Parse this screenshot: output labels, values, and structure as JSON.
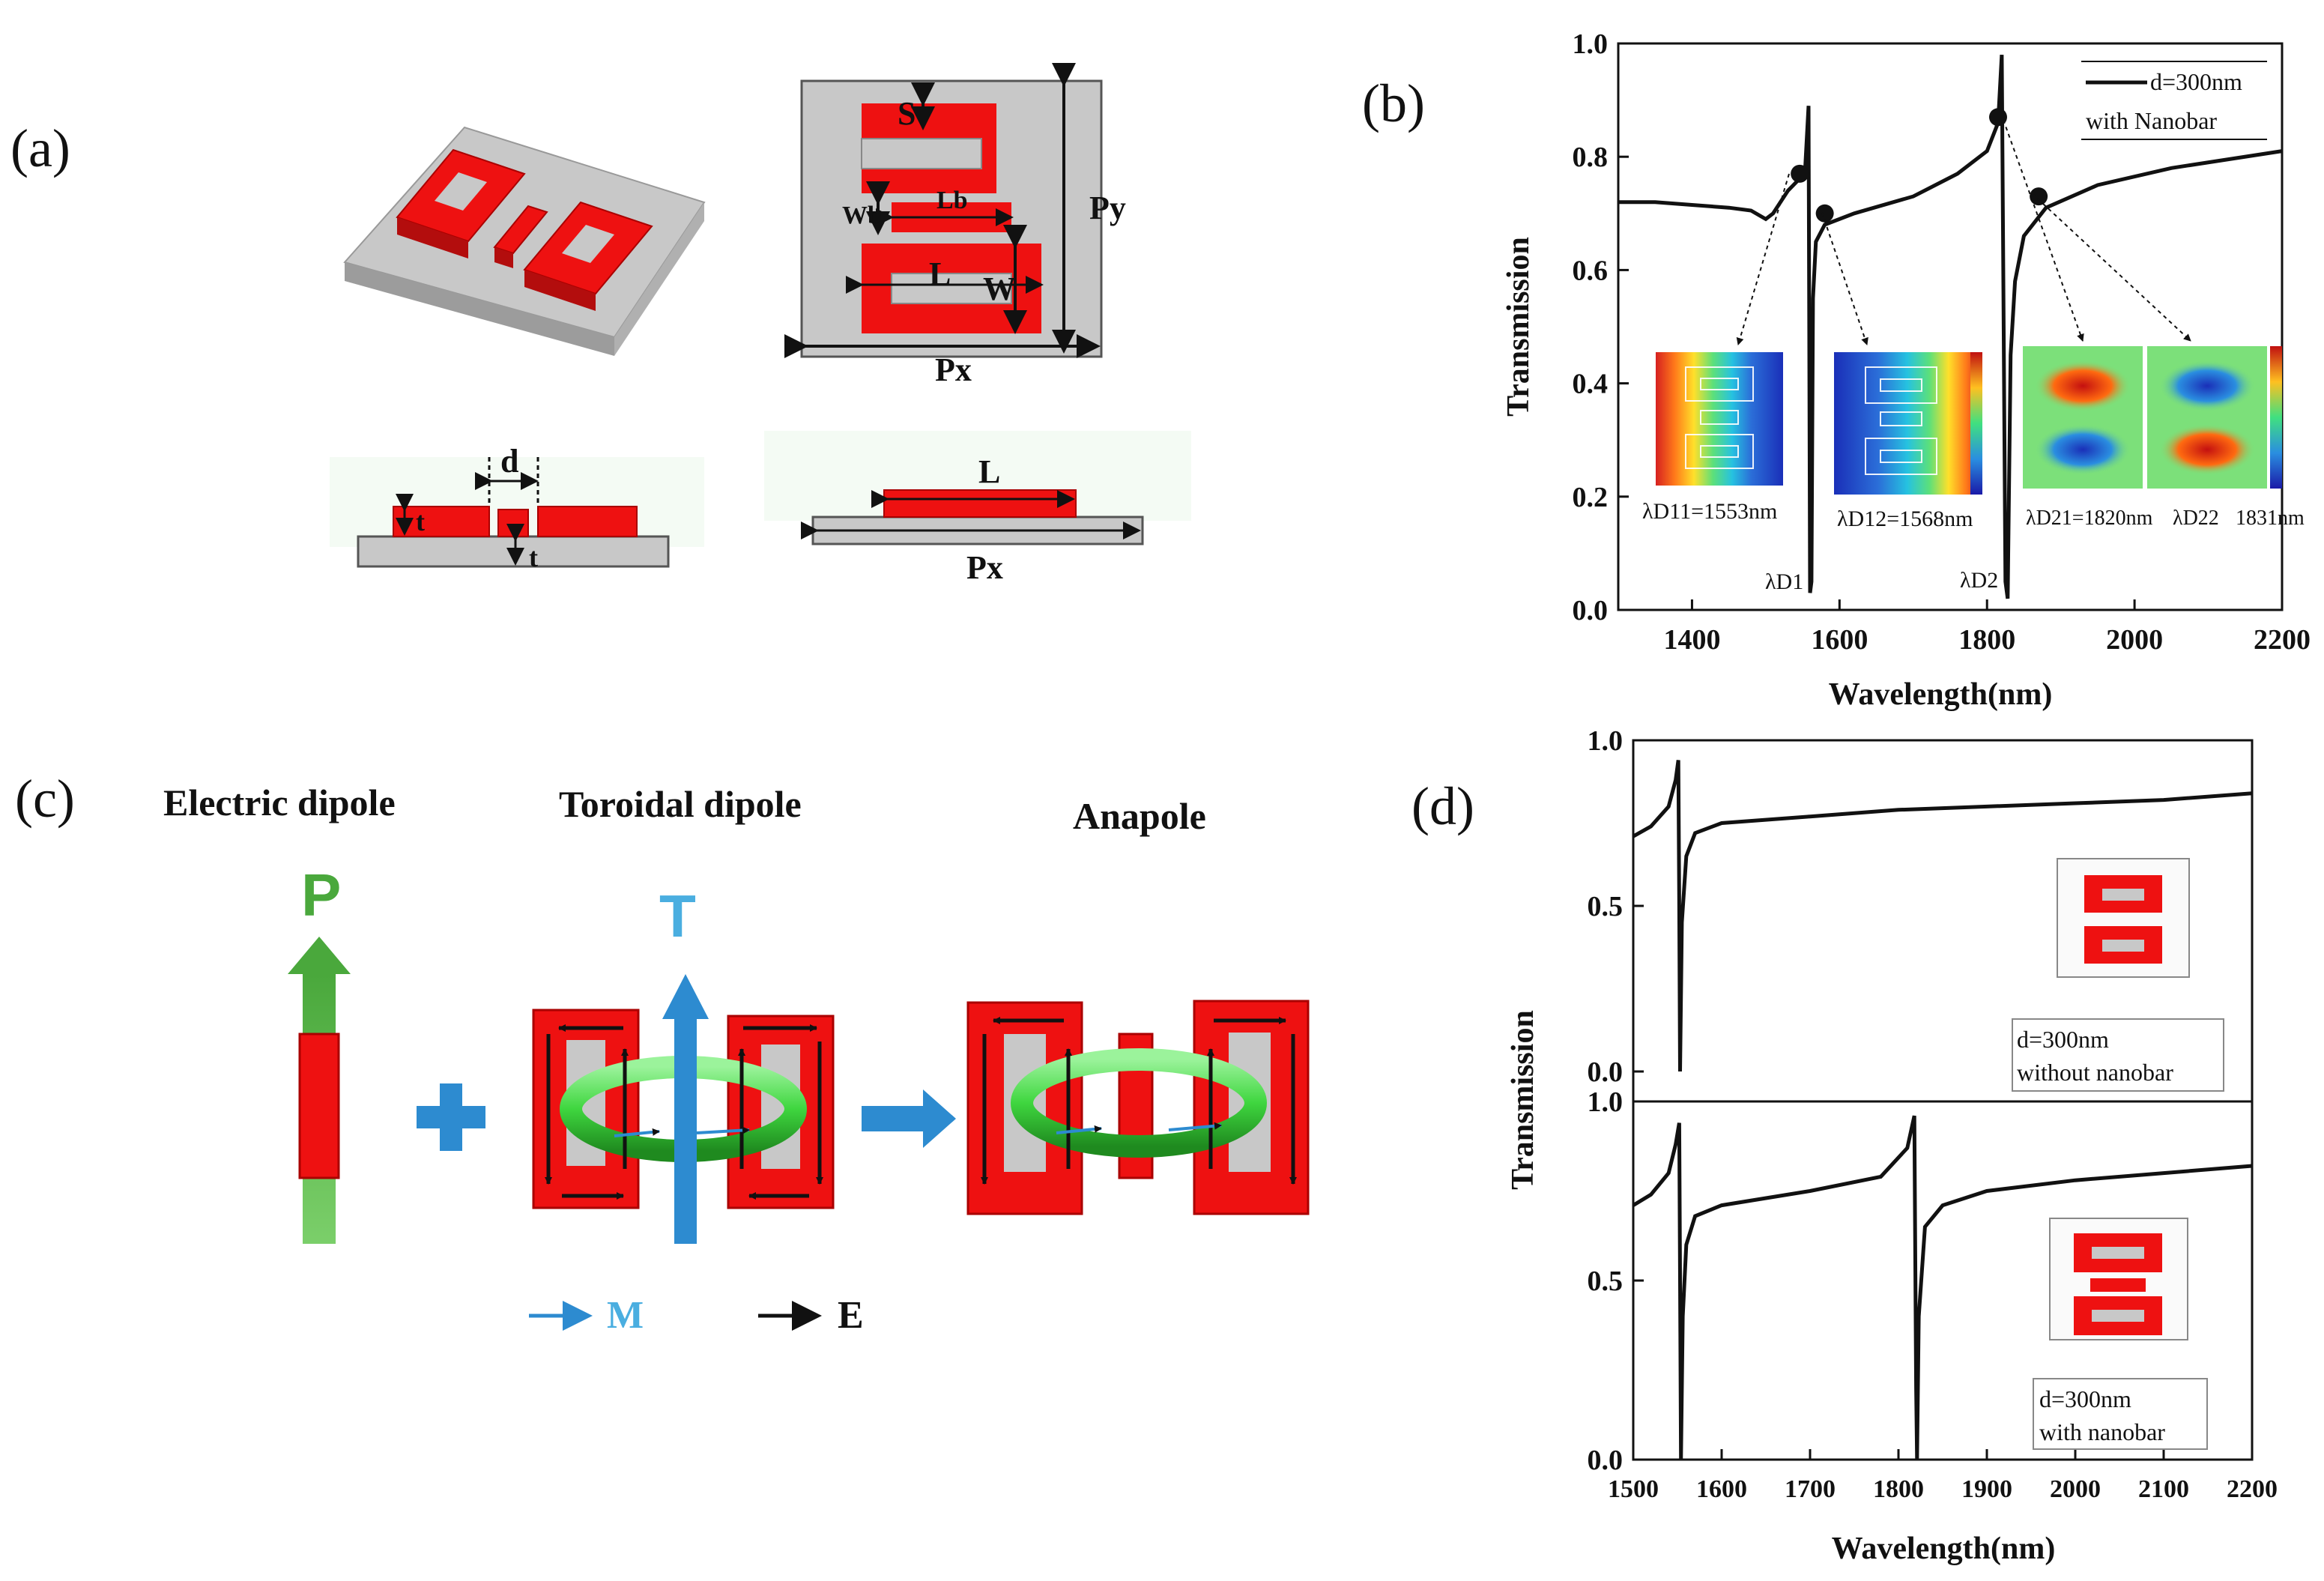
{
  "figure": {
    "panel_labels": [
      "(a)",
      "(b)",
      "(c)",
      "(d)"
    ]
  },
  "panel_a": {
    "dims": {
      "S": "S",
      "Lb": "Lb",
      "Wb": "Wb",
      "L": "L",
      "W": "W",
      "Px": "Px",
      "Py": "Py",
      "d": "d",
      "t1": "t",
      "t2": "t",
      "L2": "L",
      "Px2": "Px"
    },
    "colors": {
      "metal": "#ee1111",
      "substrate": "#c8c8c8"
    }
  },
  "panel_b": {
    "legend": {
      "line1": "d=300nm",
      "line2": "with Nanobar"
    },
    "markers": {
      "lambda_d1": "λD1",
      "lambda_d2": "λD2"
    },
    "insets": [
      {
        "label": "λD11=1553nm"
      },
      {
        "label": "λD12=1568nm"
      },
      {
        "label": "λD21=1820nm"
      },
      {
        "label": "λD22"
      },
      {
        "label": "1831nm"
      }
    ]
  },
  "panel_c": {
    "titles": {
      "electric": "Electric dipole",
      "toroidal": "Toroidal dipole",
      "anapole": "Anapole"
    },
    "symbols": {
      "P": "P",
      "T": "T",
      "M": "M",
      "E": "E"
    },
    "colors": {
      "P_arrow": "#4aa83c",
      "T_arrow": "#2d8bd0",
      "torus": "#3fd63f",
      "metal": "#ee1111"
    }
  },
  "panel_d": {
    "top_legend": {
      "line1": "d=300nm",
      "line2": "without nanobar"
    },
    "bottom_legend": {
      "line1": "d=300nm",
      "line2": "with nanobar"
    }
  },
  "chart_data": [
    {
      "id": "b",
      "type": "line",
      "xlabel": "Wavelength(nm)",
      "ylabel": "Transmission",
      "xlim": [
        1300,
        2200
      ],
      "ylim": [
        0.0,
        1.0
      ],
      "xticks": [
        1400,
        1600,
        1800,
        2000,
        2200
      ],
      "yticks": [
        "0.0",
        "0.2",
        "0.4",
        "0.6",
        "0.8",
        "1.0"
      ],
      "series": [
        {
          "name": "d=300nm with Nanobar",
          "x": [
            1300,
            1350,
            1400,
            1450,
            1480,
            1500,
            1510,
            1530,
            1545,
            1553,
            1558,
            1560,
            1562,
            1564,
            1568,
            1580,
            1620,
            1700,
            1760,
            1800,
            1815,
            1820,
            1825,
            1828,
            1832,
            1838,
            1850,
            1880,
            1950,
            2050,
            2200
          ],
          "y": [
            0.72,
            0.72,
            0.715,
            0.71,
            0.705,
            0.69,
            0.7,
            0.74,
            0.76,
            0.77,
            0.89,
            0.03,
            0.05,
            0.55,
            0.65,
            0.68,
            0.7,
            0.73,
            0.77,
            0.81,
            0.86,
            0.98,
            0.05,
            0.02,
            0.45,
            0.58,
            0.66,
            0.71,
            0.75,
            0.78,
            0.81
          ]
        }
      ],
      "points": [
        {
          "x": 1546,
          "y": 0.77
        },
        {
          "x": 1580,
          "y": 0.7
        },
        {
          "x": 1815,
          "y": 0.87
        },
        {
          "x": 1870,
          "y": 0.73
        }
      ]
    },
    {
      "id": "d",
      "type": "line",
      "xlabel": "Wavelength(nm)",
      "ylabel": "Transmission",
      "xlim": [
        1500,
        2200
      ],
      "ylim": [
        0.0,
        1.0
      ],
      "xticks": [
        1500,
        1600,
        1700,
        1800,
        1900,
        2000,
        2100,
        2200
      ],
      "yticks": [
        "0.0",
        "0.5",
        "1.0"
      ],
      "series": [
        {
          "name": "d=300nm without nanobar",
          "x": [
            1500,
            1520,
            1540,
            1548,
            1551,
            1552,
            1553,
            1555,
            1560,
            1570,
            1600,
            1700,
            1800,
            1900,
            2000,
            2100,
            2200
          ],
          "y": [
            0.71,
            0.74,
            0.8,
            0.88,
            0.94,
            0.5,
            0.0,
            0.45,
            0.65,
            0.72,
            0.75,
            0.77,
            0.79,
            0.8,
            0.81,
            0.82,
            0.84
          ]
        },
        {
          "name": "d=300nm with nanobar",
          "x": [
            1500,
            1520,
            1540,
            1548,
            1552,
            1553,
            1554,
            1556,
            1560,
            1570,
            1600,
            1700,
            1780,
            1810,
            1818,
            1820,
            1821,
            1823,
            1830,
            1850,
            1900,
            2000,
            2100,
            2200
          ],
          "y": [
            0.71,
            0.74,
            0.8,
            0.88,
            0.94,
            0.5,
            0.0,
            0.4,
            0.6,
            0.68,
            0.71,
            0.75,
            0.79,
            0.87,
            0.96,
            0.2,
            0.0,
            0.4,
            0.65,
            0.71,
            0.75,
            0.78,
            0.8,
            0.82
          ]
        }
      ]
    }
  ]
}
